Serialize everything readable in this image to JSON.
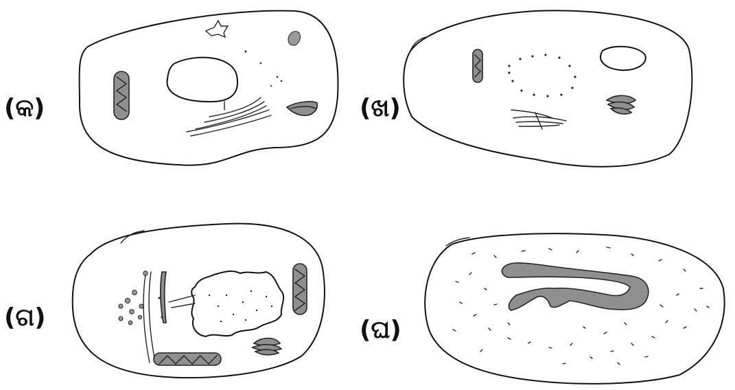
{
  "panels": [
    {
      "label": "(କ)"
    },
    {
      "label": "(ଖ)"
    },
    {
      "label": "(ଗ)"
    },
    {
      "label": "(ଘ)"
    }
  ]
}
